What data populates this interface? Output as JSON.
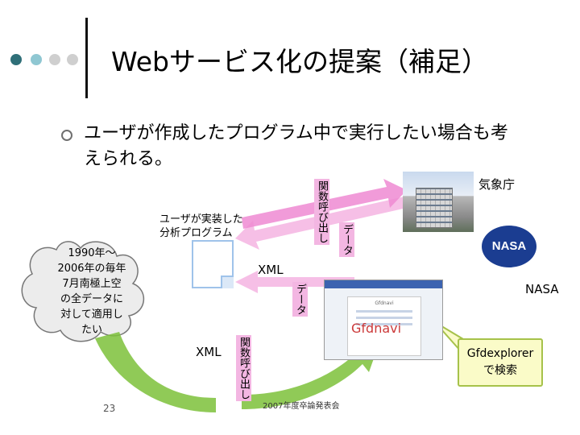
{
  "slide": {
    "title": "Webサービス化の提案（補足）",
    "bullet": "ユーザが作成したプログラム中で実行したい場合も考えられる。",
    "page_number": "23",
    "footer": "2007年度卒論発表会"
  },
  "diagram": {
    "user_program_label_line1": "ユーザが実装した",
    "user_program_label_line2": "分析プログラム",
    "cloud_text_lines": [
      "1990年～",
      "2006年の毎年",
      "7月南極上空",
      "の全データに",
      "対して適用し",
      "たい"
    ],
    "call_function_top": "関数呼び出し",
    "call_function_bottom": "関数呼び出し",
    "data_top": "データ",
    "data_middle": "データ",
    "xml_top": "XML",
    "xml_bottom": "XML",
    "jma_label": "気象庁",
    "nasa_label": "NASA",
    "nasa_logo_text": "NASA",
    "gfdnavi_label": "Gfdnavi",
    "callout_line1": "Gfdexplorer",
    "callout_line2": "で検索",
    "screenshot_caption": "Gfdnavi"
  },
  "colors": {
    "dot_dark": "#2f6f78",
    "dot_mid": "#8fc7d2",
    "dot_light": "#cfcfcf",
    "arrow_pink": "#ee8ad2",
    "arrow_green": "#7cc13a",
    "gfdnavi_red": "#cc3a3a",
    "callout_fill": "#fafbc8"
  }
}
